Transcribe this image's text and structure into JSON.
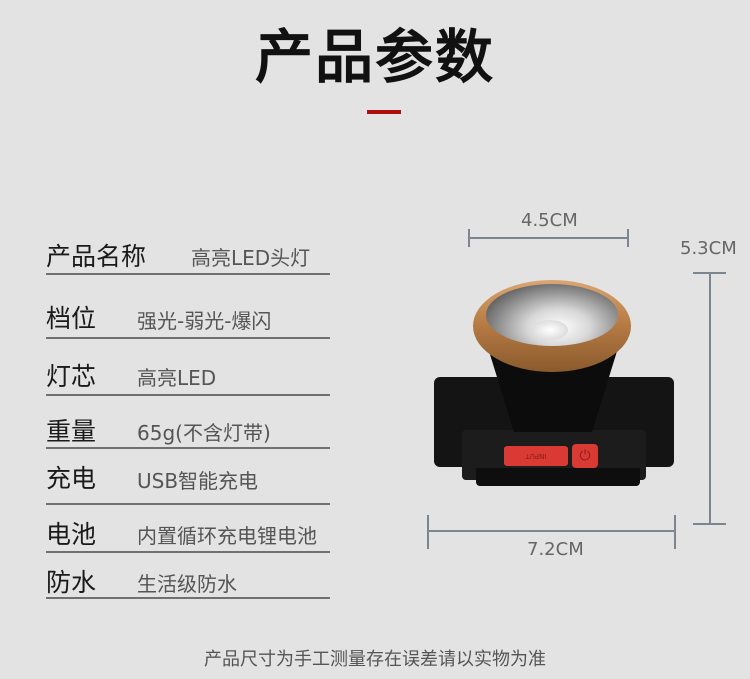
{
  "header": {
    "title": "产品参数",
    "accent_color": "#b00d0d"
  },
  "specs": [
    {
      "label": "产品名称",
      "value": "高亮LED头灯"
    },
    {
      "label": "档位",
      "value": "强光-弱光-爆闪"
    },
    {
      "label": "灯芯",
      "value": "高亮LED"
    },
    {
      "label": "重量",
      "value": "65g(不含灯带)"
    },
    {
      "label": "充电",
      "value": "USB智能充电"
    },
    {
      "label": "电池",
      "value": "内置循环充电锂电池"
    },
    {
      "label": "防水",
      "value": "生活级防水"
    }
  ],
  "product_image": {
    "icon": "headlamp-icon",
    "port_label": "INPUT",
    "dimensions": {
      "width_top": "4.5CM",
      "height": "5.3CM",
      "width_bottom": "7.2CM"
    }
  },
  "footer": {
    "note": "产品尺寸为手工测量存在误差请以实物为准"
  }
}
